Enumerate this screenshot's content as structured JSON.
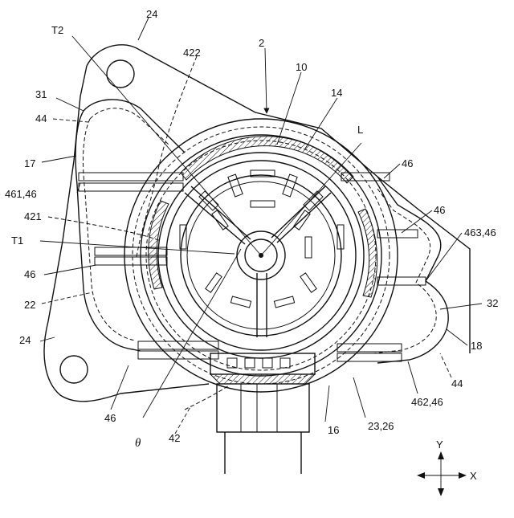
{
  "labels": {
    "l24_top": "24",
    "l2": "2",
    "lT2": "T2",
    "l422": "422",
    "l10": "10",
    "l31": "31",
    "l14": "14",
    "l44_left": "44",
    "lL": "L",
    "l17": "17",
    "l46_top_right": "46",
    "l461": "461,46",
    "l46_right": "46",
    "l421": "421",
    "l463": "463,46",
    "lT1": "T1",
    "l46_left": "46",
    "l32": "32",
    "l22": "22",
    "l18": "18",
    "l24_bottom": "24",
    "l44_right": "44",
    "l462": "462,46",
    "l46_bottom": "46",
    "ltheta": "θ",
    "l42": "42",
    "l16": "16",
    "l2326": "23,26",
    "lY": "Y",
    "lX": "X"
  }
}
